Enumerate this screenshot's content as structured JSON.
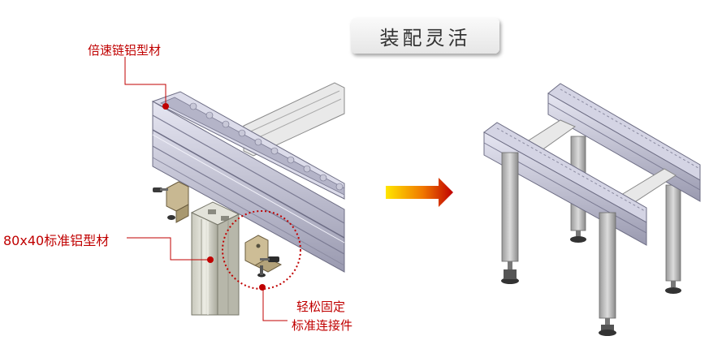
{
  "title": "装配灵活",
  "labels": {
    "top_profile": "倍速链铝型材",
    "standard_profile": "80x40标准铝型材",
    "connector_line1": "轻松固定",
    "connector_line2": "标准连接件"
  },
  "colors": {
    "callout_red": "#c00000",
    "arrow_start": "#ffdd00",
    "arrow_end": "#c00000",
    "profile_light": "#d8d8e8",
    "profile_dark": "#8d8da2"
  }
}
